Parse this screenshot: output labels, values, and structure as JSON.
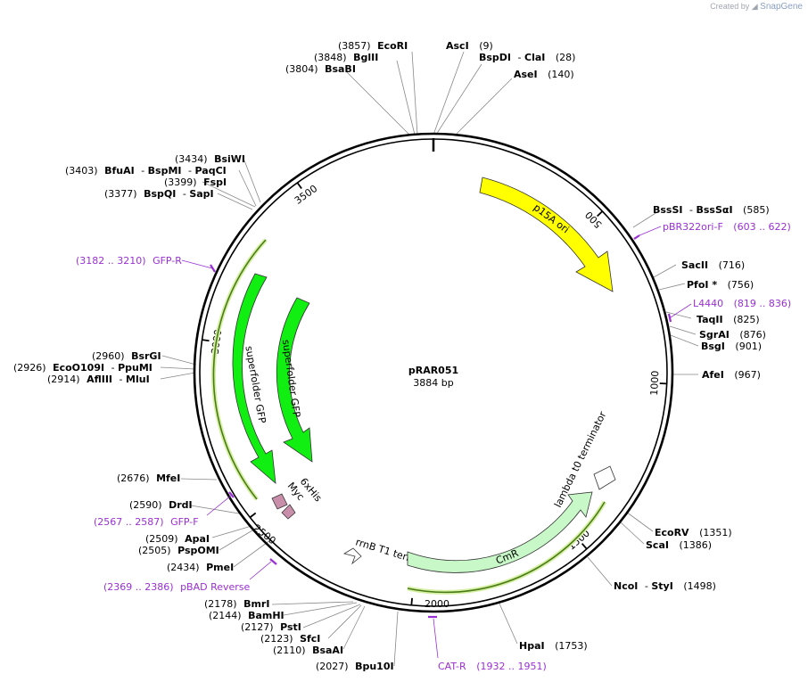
{
  "credit": {
    "prefix": "Created by",
    "brand": "SnapGene"
  },
  "plasmid": {
    "name": "pRAR051",
    "length": "3884 bp"
  },
  "ticks": [
    "500",
    "1000",
    "1500",
    "2000",
    "2500",
    "3000",
    "3500"
  ],
  "sites": [
    {
      "pos": "(3857)",
      "name": "EcoRI"
    },
    {
      "pos": "(3848)",
      "name": "BglII"
    },
    {
      "pos": "(3804)",
      "name": "BsaBI"
    },
    {
      "name": "AscI",
      "pos": "(9)"
    },
    {
      "name": "BspDI",
      "sep": "-",
      "name2": "ClaI",
      "pos": "(28)"
    },
    {
      "name": "AseI",
      "pos": "(140)"
    },
    {
      "name": "BssSI",
      "sep": "-",
      "name2": "BssSαI",
      "pos": "(585)"
    },
    {
      "name": "SacII",
      "pos": "(716)"
    },
    {
      "name": "PfoI *",
      "pos": "(756)"
    },
    {
      "name": "TaqII",
      "pos": "(825)"
    },
    {
      "name": "SgrAI",
      "pos": "(876)"
    },
    {
      "name": "BsgI",
      "pos": "(901)"
    },
    {
      "name": "AfeI",
      "pos": "(967)"
    },
    {
      "name": "EcoRV",
      "pos": "(1351)"
    },
    {
      "name": "ScaI",
      "pos": "(1386)"
    },
    {
      "name": "NcoI",
      "sep": "-",
      "name2": "StyI",
      "pos": "(1498)"
    },
    {
      "name": "HpaI",
      "pos": "(1753)"
    },
    {
      "pos": "(2027)",
      "name": "Bpu10I"
    },
    {
      "pos": "(2110)",
      "name": "BsaAI"
    },
    {
      "pos": "(2123)",
      "name": "SfcI"
    },
    {
      "pos": "(2127)",
      "name": "PstI"
    },
    {
      "pos": "(2144)",
      "name": "BamHI"
    },
    {
      "pos": "(2178)",
      "name": "BmrI"
    },
    {
      "pos": "(2434)",
      "name": "PmeI"
    },
    {
      "pos": "(2505)",
      "name": "PspOMI"
    },
    {
      "pos": "(2509)",
      "name": "ApaI"
    },
    {
      "pos": "(2590)",
      "name": "DrdI"
    },
    {
      "pos": "(2676)",
      "name": "MfeI"
    },
    {
      "pos": "(2914)",
      "name": "AflIII",
      "sep": "-",
      "name2": "MluI"
    },
    {
      "pos": "(2926)",
      "name": "EcoO109I",
      "sep": "-",
      "name2": "PpuMI"
    },
    {
      "pos": "(2960)",
      "name": "BsrGI"
    },
    {
      "pos": "(3377)",
      "name": "BspQI",
      "sep": "-",
      "name2": "SapI"
    },
    {
      "pos": "(3399)",
      "name": "FspI"
    },
    {
      "pos": "(3403)",
      "name": "BfuAI",
      "sep": "-",
      "name2": "BspMI",
      "sep2": "-",
      "name3": "PaqCI"
    },
    {
      "pos": "(3434)",
      "name": "BsiWI"
    }
  ],
  "primers": [
    {
      "name": "pBR322ori-F",
      "range": "(603 .. 622)"
    },
    {
      "name": "L4440",
      "range": "(819 .. 836)"
    },
    {
      "name": "CAT-R",
      "range": "(1932 .. 1951)"
    },
    {
      "range": "(2369 .. 2386)",
      "name": "pBAD Reverse"
    },
    {
      "range": "(2567 .. 2587)",
      "name": "GFP-F"
    },
    {
      "range": "(3182 .. 3210)",
      "name": "GFP-R"
    }
  ],
  "features": {
    "p15a": "p15A ori",
    "lambda": "lambda t0 terminator",
    "cmr": "CmR",
    "rrnb": "rrnB T1 terminator",
    "sfgfp_outer": "superfolder GFP",
    "sfgfp_inner": "superfolder GFP",
    "myc": "Myc",
    "his": "6xHis"
  },
  "colors": {
    "backbone": "#000000",
    "p15a_fill": "#ffff00",
    "gfp_fill": "#11ee11",
    "cmr_fill": "#c8f8c8",
    "tag_fill": "#c98faa",
    "primer": "#9a2fd3",
    "primer_glow": "#bfe86a"
  }
}
